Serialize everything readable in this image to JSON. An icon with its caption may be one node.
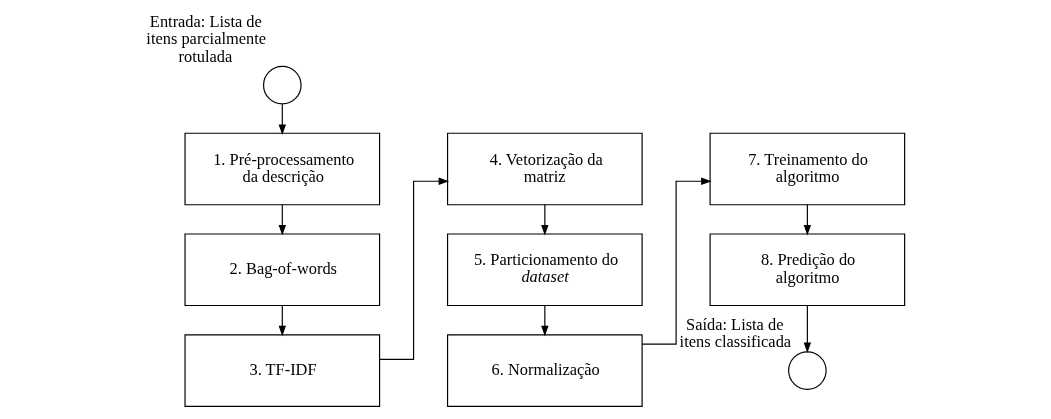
{
  "diagram": {
    "nodes": [
      {
        "text": [],
        "shape": "circle",
        "beside": [
          "Entrada: Lista de itens parcialmente rotulada"
        ]
      },
      {
        "text": [
          "1. Pré-processamento da descrição"
        ]
      },
      {
        "text": [
          "2. Bag-of-words"
        ]
      },
      {
        "text": [
          "3. TF-IDF"
        ]
      },
      {
        "text": [
          "4. Vetorização da matriz"
        ]
      },
      {
        "text": [
          "5. Particionamento do *dataset*"
        ]
      },
      {
        "text": [
          "6. Normalização"
        ]
      },
      {
        "text": [
          "7. Treinamento do algoritmo"
        ]
      },
      {
        "text": [
          "8. Predição do algoritmo"
        ]
      },
      {
        "text": [],
        "shape": "circle",
        "beside": [
          "Saída: Lista de itens classificada"
        ]
      }
    ],
    "edges": [
      {
        "from": 0,
        "to": 1,
        "arrow": "to"
      },
      {
        "from": 1,
        "to": 2,
        "arrow": "to"
      },
      {
        "from": 2,
        "to": 3,
        "arrow": "to"
      },
      {
        "from": 3,
        "to": 4,
        "arrow": "to"
      },
      {
        "from": 4,
        "to": 5,
        "arrow": "to"
      },
      {
        "from": 5,
        "to": 6,
        "arrow": "to"
      },
      {
        "from": 6,
        "to": 7,
        "arrow": "to"
      },
      {
        "from": 7,
        "to": 8,
        "arrow": "to"
      },
      {
        "from": 8,
        "to": 9,
        "arrow": "to"
      }
    ]
  }
}
